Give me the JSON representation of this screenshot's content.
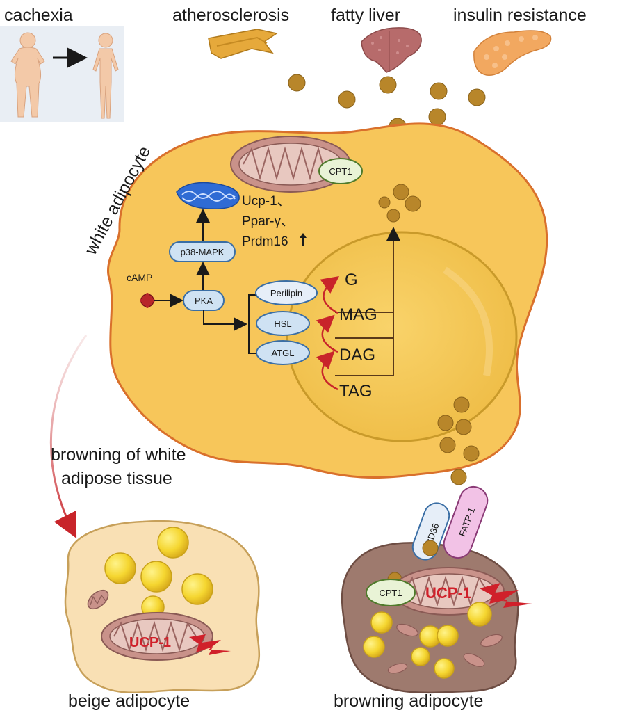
{
  "top_labels": {
    "cachexia": "cachexia",
    "atherosclerosis": "atherosclerosis",
    "fatty_liver": "fatty liver",
    "insulin_resistance": "insulin resistance"
  },
  "white_adipocyte": {
    "title": "white adipocyte",
    "cpt1": "CPT1",
    "genes_line1": "Ucp-1、",
    "genes_line2": "Ppar-γ、",
    "genes_line3": "Prdm16",
    "p38": "p38-MAPK",
    "camp": "cAMP",
    "pka": "PKA",
    "perilipin": "Perilipin",
    "hsl": "HSL",
    "atgl": "ATGL",
    "g": "G",
    "mag": "MAG",
    "dag": "DAG",
    "tag": "TAG"
  },
  "browning_label_line1": "browning of white",
  "browning_label_line2": "adipose tissue",
  "beige": {
    "ucp": "UCP-1",
    "label": "beige adipocyte"
  },
  "browning": {
    "cd36": "CD36",
    "fatp1": "FATP-1",
    "cpt1": "CPT1",
    "ucp": "UCP-1",
    "label": "browning adipocyte"
  },
  "colors": {
    "white_cell": "#f7c65a",
    "white_cell_border": "#d9702c",
    "droplet": "#f2c24a",
    "fatty_acid": "#b8862a",
    "mito": "#c9928a",
    "pill_blue": "#cfe2f3",
    "pill_border": "#3a6ea5",
    "brown_cell": "#9e7a6e",
    "beige_cell": "#f9e0b4",
    "red": "#d0202a"
  }
}
